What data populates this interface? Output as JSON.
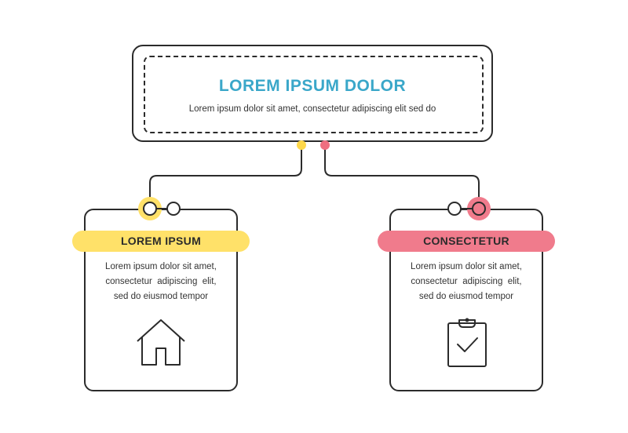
{
  "header": {
    "title": "LOREM IPSUM DOLOR",
    "text": "Lorem ipsum dolor sit amet, consectetur adipiscing elit sed do"
  },
  "cards": [
    {
      "title": "LOREM IPSUM",
      "text_lines": [
        "Lorem ipsum dolor sit amet,",
        "consectetur  adipiscing  elit,",
        "sed do eiusmod tempor"
      ],
      "icon": "house-icon"
    },
    {
      "title": "CONSECTETUR",
      "text_lines": [
        "Lorem ipsum dolor sit amet,",
        "consectetur  adipiscing  elit,",
        "sed do eiusmod tempor"
      ],
      "icon": "clipboard-check-icon"
    }
  ],
  "colors": {
    "title_blue": "#3aa7c9",
    "yellow": "#ffe169",
    "yellow_dot": "#ffd84a",
    "pink": "#f07b8c",
    "pink_dot": "#ee6f80",
    "line": "#2b2b2b"
  }
}
